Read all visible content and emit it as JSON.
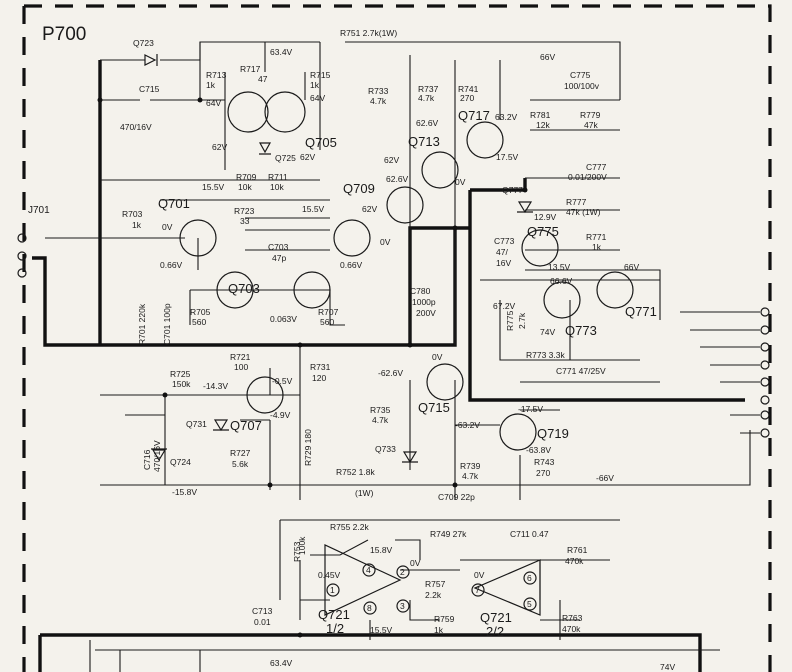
{
  "board": "P700",
  "connector": "J701",
  "transistors": {
    "q701": "Q701",
    "q703": "Q703",
    "q705": "Q705",
    "q707": "Q707",
    "q709": "Q709",
    "q713": "Q713",
    "q715": "Q715",
    "q717": "Q717",
    "q719": "Q719",
    "q721a": "Q721",
    "q721a_unit": "1/2",
    "q721b": "Q721",
    "q721b_unit": "2/2",
    "q723": "Q723",
    "q724": "Q724",
    "q725": "Q725",
    "q731": "Q731",
    "q733": "Q733",
    "q771": "Q771",
    "q773": "Q773",
    "q775": "Q775",
    "q777": "Q777"
  },
  "resistors": {
    "r701": "R701 220k",
    "r703": "R703",
    "r703v": "1k",
    "r705": "R705",
    "r705v": "560",
    "r707": "R707",
    "r707v": "560",
    "r709": "R709",
    "r709v": "10k",
    "r711": "R711",
    "r711v": "10k",
    "r713": "R713",
    "r713v": "1k",
    "r715": "R715",
    "r715v": "1k",
    "r717": "R717",
    "r717v": "47",
    "r721": "R721",
    "r721v": "100",
    "r723": "R723",
    "r723v": "33",
    "r725": "R725",
    "r725v": "150k",
    "r727": "R727",
    "r727v": "5.6k",
    "r729": "R729 180",
    "r731": "R731",
    "r731v": "120",
    "r733": "R733",
    "r733v": "4.7k",
    "r735": "R735",
    "r735v": "4.7k",
    "r737": "R737",
    "r737v": "4.7k",
    "r739": "R739",
    "r739v": "4.7k",
    "r741": "R741",
    "r741v": "270",
    "r743": "R743",
    "r743v": "270",
    "r749": "R749 27k",
    "r751": "R751 2.7k(1W)",
    "r752": "R752 1.8k",
    "r752w": "(1W)",
    "r753": "R753",
    "r753v": "100k",
    "r755": "R755 2.2k",
    "r757": "R757",
    "r757v": "2.2k",
    "r759": "R759",
    "r759v": "1k",
    "r761": "R761",
    "r761v": "470k",
    "r763": "R763",
    "r763v": "470k",
    "r771": "R771",
    "r771v": "1k",
    "r773": "R773 3.3k",
    "r775": "R775",
    "r775v": "2.7k",
    "r777": "R777",
    "r777v": "47k (1W)",
    "r779": "R779",
    "r779v": "47k",
    "r781": "R781",
    "r781v": "12k"
  },
  "capacitors": {
    "c701": "C701 100p",
    "c703": "C703",
    "c703v": "47p",
    "c709": "C709 22p",
    "c711": "C711 0.47",
    "c713": "C713",
    "c713v": "0.01",
    "c715": "C715",
    "c715v": "470/16V",
    "c716": "C716",
    "c716v": "470/16V",
    "c771": "C771 47/25V",
    "c773": "C773",
    "c773v": "47/",
    "c773v2": "16V",
    "c775": "C775",
    "c775v": "100/100v",
    "c777": "C777",
    "c777v": "0.01/200V",
    "c780": "C780",
    "c780v": "1000p",
    "c780v2": "200V"
  },
  "voltages": {
    "v_634_top": "63.4V",
    "v_64_l": "64V",
    "v_64_r": "64V",
    "v_62_a": "62V",
    "v_62_b": "62V",
    "v_62_c": "62V",
    "v_626a": "62.6V",
    "v_626b": "62.6V",
    "v_62_d": "62V",
    "v_632": "63.2V",
    "v_175": "17.5V",
    "v_66_top": "66V",
    "v_129": "12.9V",
    "v_155_l": "15.5V",
    "v_155_r": "15.5V",
    "v_0_a": "0V",
    "v_0_b": "0V",
    "v_0_c": "0V",
    "v_066_a": "0.66V",
    "v_066_b": "0.66V",
    "v_0063": "0.063V",
    "v_135": "13.5V",
    "v_66_r": "66V",
    "v_666": "66.6V",
    "v_672": "67.2V",
    "v_74": "74V",
    "v_m626": "-62.6V",
    "v_0_d": "0V",
    "v_m143": "-14.3V",
    "v_m05": "-0.5V",
    "v_m49": "-4.9V",
    "v_m632": "-63.2V",
    "v_m175": "-17.5V",
    "v_m638": "-63.8V",
    "v_m158": "-15.8V",
    "v_m66": "-66V",
    "v_158": "15.8V",
    "v_045": "0.45V",
    "v_0_e": "0V",
    "v_0_f": "0V",
    "v_155_b": "15.5V",
    "v_634_bot": "63.4V",
    "v_74_bot": "74V"
  },
  "pins": [
    "1",
    "2",
    "3",
    "4",
    "6",
    "7",
    "8",
    "5"
  ]
}
